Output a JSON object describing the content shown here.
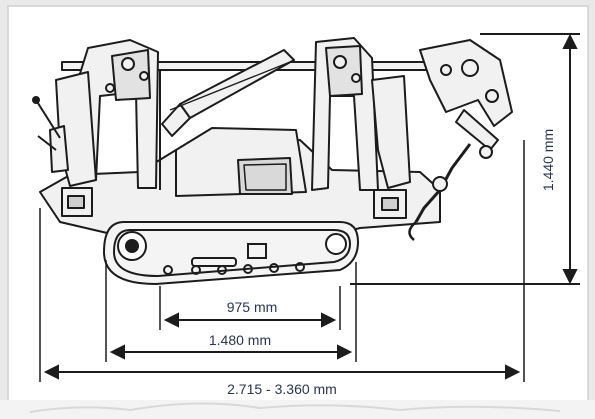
{
  "dimensions": {
    "height": "1.440 mm",
    "track_contact": "975 mm",
    "track_length": "1.480 mm",
    "overall_width": "2.715 - 3.360 mm"
  },
  "colors": {
    "background": "#ffffff",
    "frame_shadow": "#c9c9c9",
    "line": "#1c1c1c",
    "label": "#2a3550",
    "fill": "#f1f1f1"
  }
}
